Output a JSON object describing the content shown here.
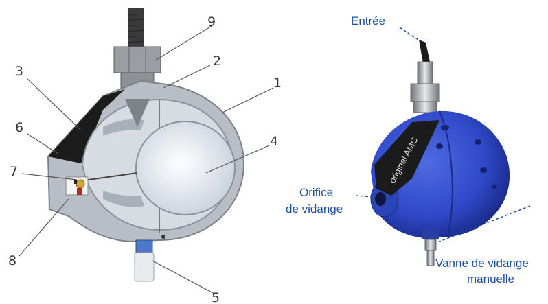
{
  "left_diagram": {
    "callouts": [
      "1",
      "2",
      "3",
      "4",
      "5",
      "6",
      "7",
      "8",
      "9"
    ]
  },
  "right_photo": {
    "brand_text": "original AMC",
    "labels": {
      "inlet": "Entrée",
      "drain_line1": "Orifice",
      "drain_line2": "de vidange",
      "valve_line1": "Vanne de vidange",
      "valve_line2": "manuelle"
    }
  },
  "colors": {
    "label_blue": "#1f4fa3",
    "body_blue": "#2f49c9",
    "callout_gray": "#3a3a3a"
  }
}
